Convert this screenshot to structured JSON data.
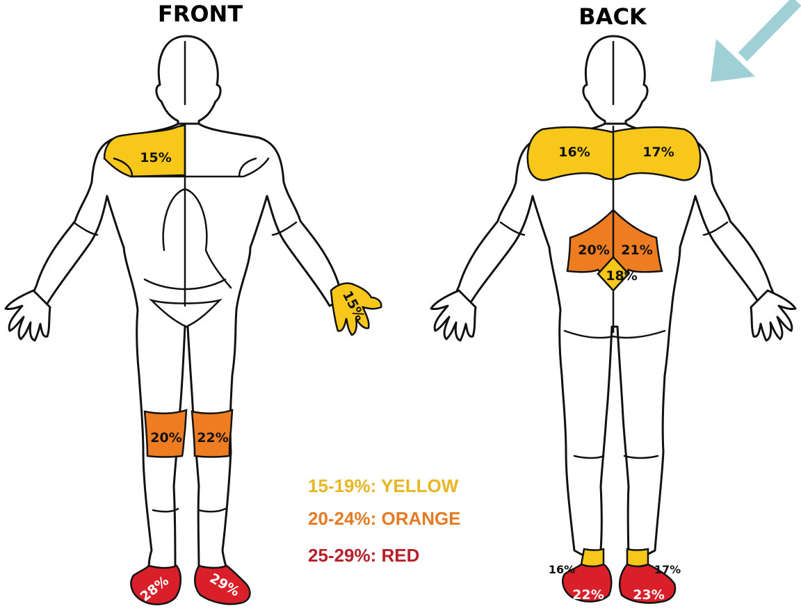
{
  "views": {
    "front": {
      "title": "FRONT",
      "regions": {
        "chest": "15%",
        "hand": "15%",
        "right_knee": "20%",
        "left_knee": "22%",
        "right_foot": "28%",
        "left_foot": "29%"
      }
    },
    "back": {
      "title": "BACK",
      "regions": {
        "left_shoulder": "16%",
        "right_shoulder": "17%",
        "left_lower_back": "20%",
        "right_lower_back": "21%",
        "sacrum": "18%",
        "left_ankle": "16%",
        "right_ankle": "17%",
        "left_heel": "22%",
        "right_heel": "23%"
      }
    }
  },
  "legend": [
    {
      "text": "15-19%: YELLOW",
      "color": "#e8b620"
    },
    {
      "text": "20-24%: ORANGE",
      "color": "#e57a24"
    },
    {
      "text": "25-29%: RED",
      "color": "#b5202a"
    }
  ],
  "colors": {
    "yellow": "#f7c71a",
    "orange": "#ee7d22",
    "red": "#d9202a",
    "arrow": "#9fd0d6"
  },
  "icons": {
    "pointer": "arrow-icon"
  }
}
